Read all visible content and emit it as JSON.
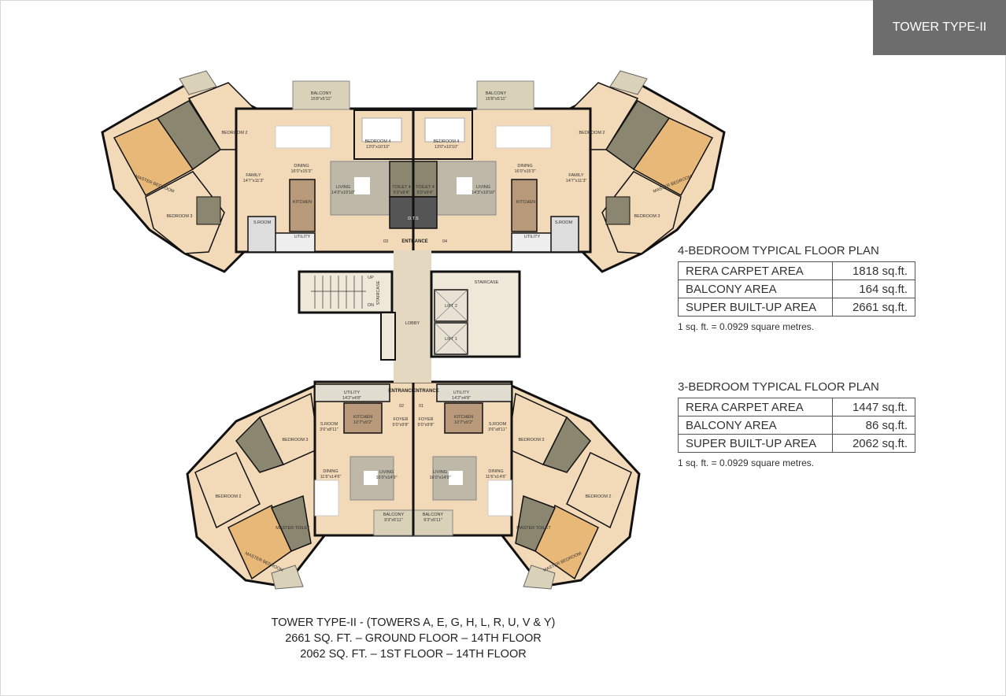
{
  "header": {
    "tag": "TOWER TYPE-II"
  },
  "colors": {
    "tag_bg": "#6d6d6d",
    "floor": "#f2d9b8",
    "living_rug": "#bdb8a8",
    "wall": "#111111",
    "balcony": "#d9d2b8",
    "kitchen": "#b89a7a",
    "wood_floor": "#e8b878",
    "toilet": "#8a8670"
  },
  "plan_labels": {
    "upper": {
      "balcony_l": "BALCONY",
      "balcony_l_dim": "15'8\"x5'11\"",
      "balcony_r": "BALCONY",
      "balcony_r_dim": "15'8\"x5'11\"",
      "bedroom4_l": "BEDROOM 4",
      "bedroom4_l_dim": "13'0\"x10'10\"",
      "bedroom4_r": "BEDROOM 4",
      "bedroom4_r_dim": "13'0\"x10'10\"",
      "living_l": "LIVING",
      "living_l_dim": "14'3\"x19'10\"",
      "living_r": "LIVING",
      "living_r_dim": "14'3\"x19'10\"",
      "toilet4_l": "TOILET 4",
      "toilet4_l_dim": "5'0\"x9'4\"",
      "toilet4_r": "TOILET 4",
      "toilet4_r_dim": "5'0\"x9'4\"",
      "dts": "D.T.S",
      "dining_l": "DINING",
      "dining_l_dim": "16'0\"x15'3\"",
      "dining_r": "DINING",
      "dining_r_dim": "16'0\"x15'3\"",
      "family_l": "FAMILY",
      "family_l_dim": "14'7\"x11'3\"",
      "family_r": "FAMILY",
      "family_r_dim": "14'7\"x11'3\"",
      "kitchen_l": "KITCHEN",
      "kitchen_r": "KITCHEN",
      "utility_l": "UTILITY",
      "utility_r": "UTILITY",
      "sroom_l": "S.ROOM",
      "sroom_r": "S.ROOM",
      "master_l": "MASTER BEDROOM",
      "master_r": "MASTER BEDROOM",
      "bedroom2_l": "BEDROOM 2",
      "bedroom2_r": "BEDROOM 2",
      "bedroom3_l": "BEDROOM 3",
      "bedroom3_r": "BEDROOM 3",
      "entrance": "ENTRANCE",
      "door_03": "03",
      "door_04": "04"
    },
    "core": {
      "staircase_l": "STAIRCASE",
      "staircase_r": "STAIRCASE",
      "up": "UP",
      "dn": "DN",
      "lift1": "LIFT 1",
      "lift2": "LIFT 2",
      "lobby": "LOBBY"
    },
    "lower": {
      "entrance_l": "ENTRANCE",
      "entrance_r": "ENTRANCE",
      "door_02": "02",
      "door_01": "01",
      "utility_l": "UTILITY",
      "utility_l_dim": "14'2\"x4'8\"",
      "utility_r": "UTILITY",
      "utility_r_dim": "14'2\"x4'8\"",
      "kitchen_l": "KITCHEN",
      "kitchen_l_dim": "10'7\"x9'2\"",
      "kitchen_r": "KITCHEN",
      "kitchen_r_dim": "10'7\"x9'2\"",
      "foyer_l": "FOYER",
      "foyer_l_dim": "5'0\"x9'8\"",
      "foyer_r": "FOYER",
      "foyer_r_dim": "5'0\"x9'8\"",
      "sroom_l": "S.ROOM",
      "sroom_l_dim": "3'6\"x8'11\"",
      "sroom_r": "S.ROOM",
      "sroom_r_dim": "3'6\"x8'11\"",
      "living_l": "LIVING",
      "living_l_dim": "16'0\"x14'9\"",
      "living_r": "LIVING",
      "living_r_dim": "16'0\"x14'9\"",
      "dining_l": "DINING",
      "dining_l_dim": "11'6\"x14'6\"",
      "dining_r": "DINING",
      "dining_r_dim": "11'6\"x14'6\"",
      "balcony_l": "BALCONY",
      "balcony_l_dim": "9'3\"x5'11\"",
      "balcony_r": "BALCONY",
      "balcony_r_dim": "9'3\"x5'11\"",
      "bedroom3_l": "BEDROOM 3",
      "bedroom3_r": "BEDROOM 3",
      "bedroom2_l": "BEDROOM 2",
      "bedroom2_r": "BEDROOM 2",
      "master_l": "MASTER BEDROOM",
      "master_r": "MASTER BEDROOM",
      "mtoilet_l": "MASTER TOILET",
      "mtoilet_r": "MASTER TOILET"
    }
  },
  "plans": [
    {
      "title": "4-BEDROOM TYPICAL FLOOR PLAN",
      "rows": [
        {
          "label": "RERA CARPET AREA",
          "value": "1818 sq.ft."
        },
        {
          "label": "BALCONY AREA",
          "value": "164 sq.ft."
        },
        {
          "label": "SUPER BUILT-UP AREA",
          "value": "2661 sq.ft."
        }
      ],
      "note": "1 sq. ft. = 0.0929 square metres."
    },
    {
      "title": "3-BEDROOM TYPICAL FLOOR PLAN",
      "rows": [
        {
          "label": "RERA CARPET AREA",
          "value": "1447 sq.ft."
        },
        {
          "label": "BALCONY AREA",
          "value": "86 sq.ft."
        },
        {
          "label": "SUPER BUILT-UP AREA",
          "value": "2062 sq.ft."
        }
      ],
      "note": "1 sq. ft. = 0.0929 square metres."
    }
  ],
  "caption": {
    "line1": "TOWER TYPE-II - (TOWERS A, E, G, H, L, R, U, V & Y)",
    "line2": "2661 SQ. FT. – GROUND FLOOR – 14TH FLOOR",
    "line3": "2062 SQ. FT. – 1ST FLOOR – 14TH FLOOR"
  }
}
